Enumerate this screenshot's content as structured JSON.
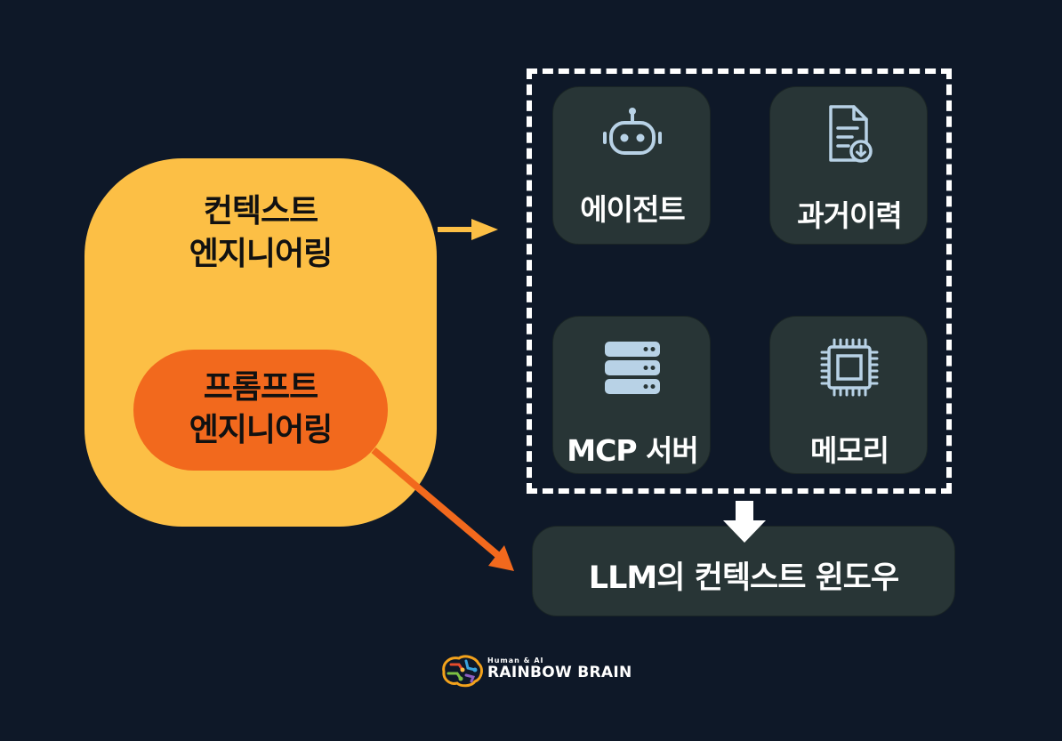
{
  "context_engineering": {
    "line1": "컨텍스트",
    "line2": "엔지니어링"
  },
  "prompt_engineering": {
    "line1": "프롬프트",
    "line2": "엔지니어링"
  },
  "components": [
    {
      "label": "에이전트",
      "icon": "robot-icon"
    },
    {
      "label": "과거이력",
      "icon": "document-icon"
    },
    {
      "label": "MCP 서버",
      "icon": "server-icon"
    },
    {
      "label": "메모리",
      "icon": "chip-icon"
    }
  ],
  "llm_context_window": {
    "label": "LLM의 컨텍스트 윈도우"
  },
  "brand": {
    "tagline": "Human & AI",
    "name": "RAINBOW BRAIN"
  },
  "colors": {
    "background": "#0e1828",
    "context_box": "#fcbf45",
    "prompt_pill": "#f2691d",
    "tile": "#283536",
    "icon": "#b8d2e6",
    "arrow_context": "#fcbf45",
    "arrow_prompt": "#f2691d",
    "arrow_down": "#ffffff"
  }
}
